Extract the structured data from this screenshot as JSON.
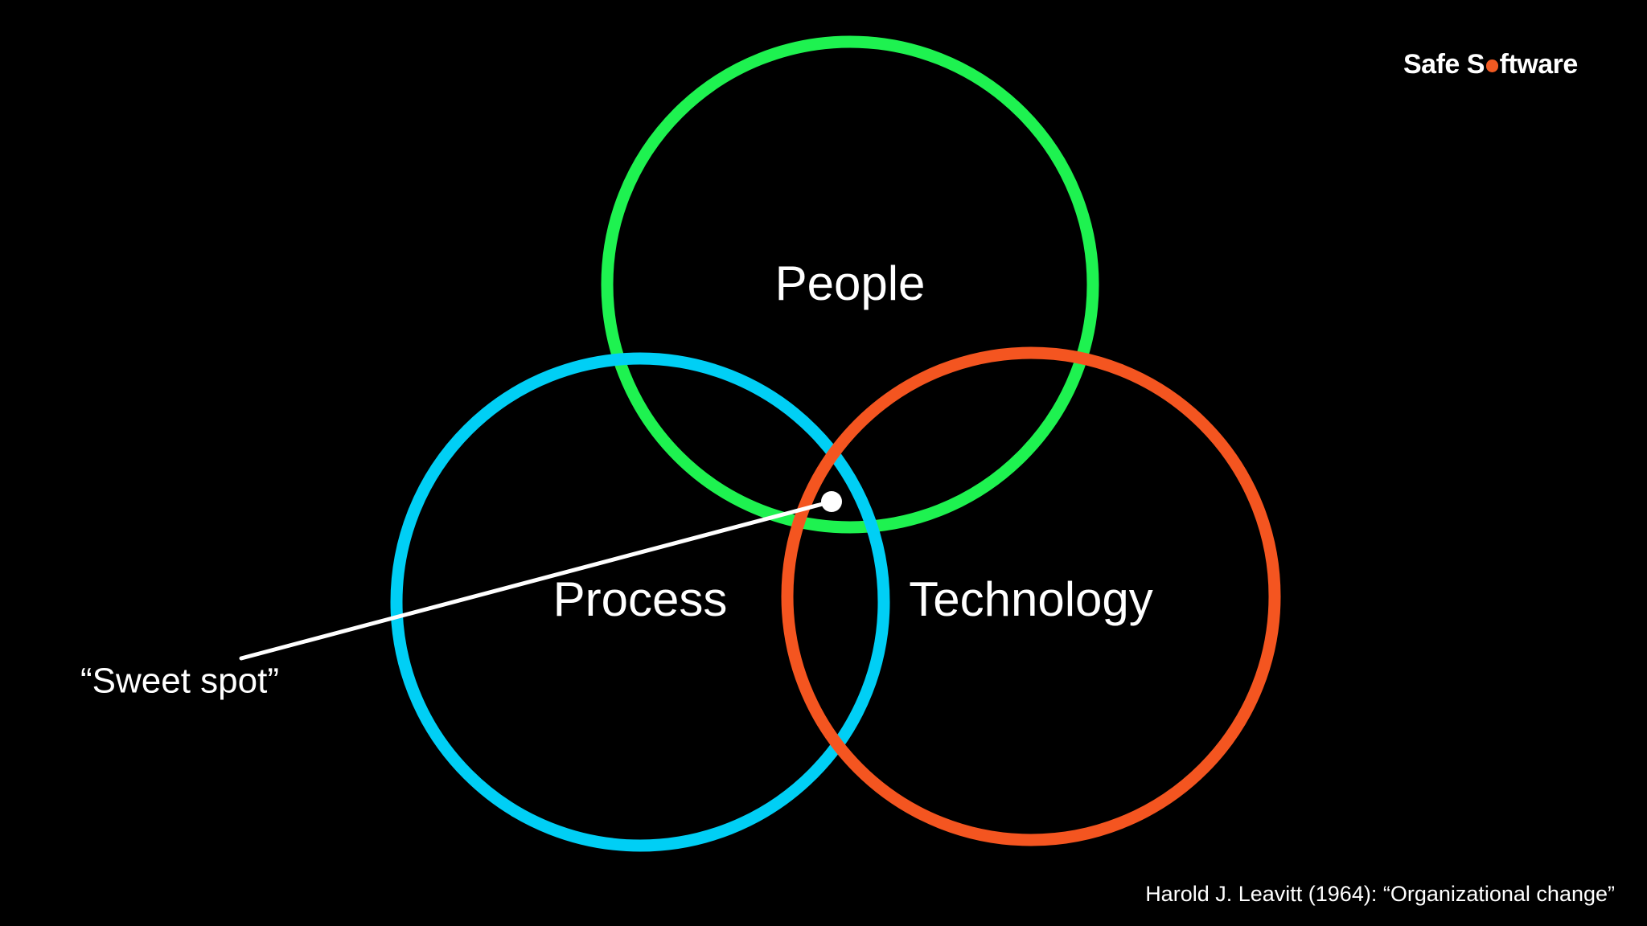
{
  "brand": {
    "logo_before": "Safe S",
    "logo_after": "ftware",
    "accent_color": "#f05a22"
  },
  "diagram": {
    "circles": [
      {
        "label": "People",
        "color": "#1ef250"
      },
      {
        "label": "Process",
        "color": "#00cff5"
      },
      {
        "label": "Technology",
        "color": "#f45520"
      }
    ],
    "callout": {
      "label": "“Sweet spot”",
      "color": "#ffffff"
    }
  },
  "citation": "Harold J. Leavitt (1964): “Organizational change”"
}
